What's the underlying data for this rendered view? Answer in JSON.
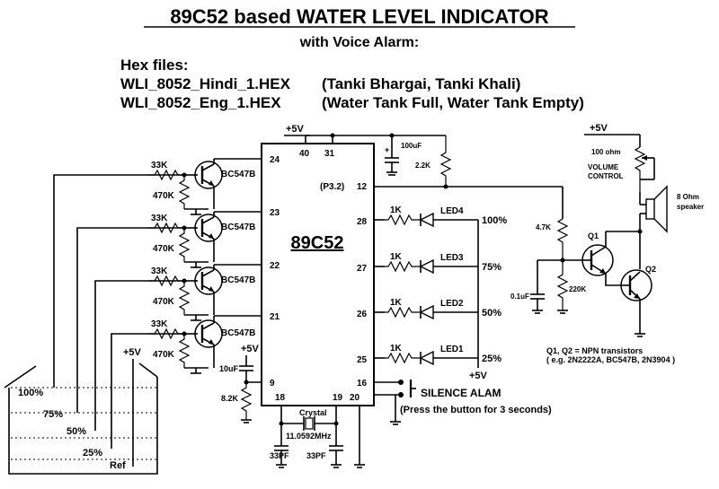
{
  "title": "89C52 based WATER LEVEL INDICATOR",
  "subtitle": "with Voice Alarm:",
  "hex": {
    "heading": "Hex files:",
    "files": [
      {
        "name": "WLI_8052_Hindi_1.HEX",
        "desc": "(Tanki Bhargai, Tanki Khali)"
      },
      {
        "name": "WLI_8052_Eng_1.HEX",
        "desc": "(Water Tank Full, Water Tank Empty)"
      }
    ]
  },
  "mcu": {
    "name": "89C52",
    "pins": {
      "p40": "40",
      "p31": "31",
      "p24": "24",
      "p23": "23",
      "p22": "22",
      "p21": "21",
      "p12": "12",
      "p12_label": "(P3.2)",
      "p28": "28",
      "p27": "27",
      "p26": "26",
      "p25": "25",
      "p9": "9",
      "p16": "16",
      "p18": "18",
      "p19": "19",
      "p20": "20"
    }
  },
  "supply": {
    "vcc": "+5V",
    "cap_top": "100uF",
    "res_int": "2.2K"
  },
  "sensors": [
    {
      "res": "33K",
      "pulldown": "470K",
      "transistor": "BC547B"
    },
    {
      "res": "33K",
      "pulldown": "470K",
      "transistor": "BC547B"
    },
    {
      "res": "33K",
      "pulldown": "470K",
      "transistor": "BC547B"
    },
    {
      "res": "33K",
      "pulldown": "470K",
      "transistor": "BC547B"
    }
  ],
  "leds": [
    {
      "res": "1K",
      "name": "LED4",
      "level": "100%"
    },
    {
      "res": "1K",
      "name": "LED3",
      "level": "75%"
    },
    {
      "res": "1K",
      "name": "LED2",
      "level": "50%"
    },
    {
      "res": "1K",
      "name": "LED1",
      "level": "25%"
    }
  ],
  "led_supply": "+5V",
  "tank": {
    "levels": [
      "100%",
      "75%",
      "50%",
      "25%"
    ],
    "ref": "Ref",
    "vcc": "+5V"
  },
  "reset": {
    "vcc": "+5V",
    "cap": "10uF",
    "res": "8.2K"
  },
  "crystal": {
    "label": "Crystal",
    "freq": "11.0592MHz",
    "cap1": "33PF",
    "cap2": "33PF"
  },
  "button": {
    "label": "SILENCE ALAM",
    "note": "(Press the button for 3 seconds)"
  },
  "audio": {
    "vcc": "+5V",
    "pot": "100 ohm",
    "pot_label1": "VOLUME",
    "pot_label2": "CONTROL",
    "speaker1": "8 Ohm",
    "speaker2": "speaker",
    "res_base": "4.7K",
    "res_pd": "220K",
    "cap": "0.1uF",
    "q1": "Q1",
    "q2": "Q2",
    "note1": "Q1, Q2 = NPN transistors",
    "note2": "( e.g.  2N2222A, BC547B, 2N3904 )"
  }
}
